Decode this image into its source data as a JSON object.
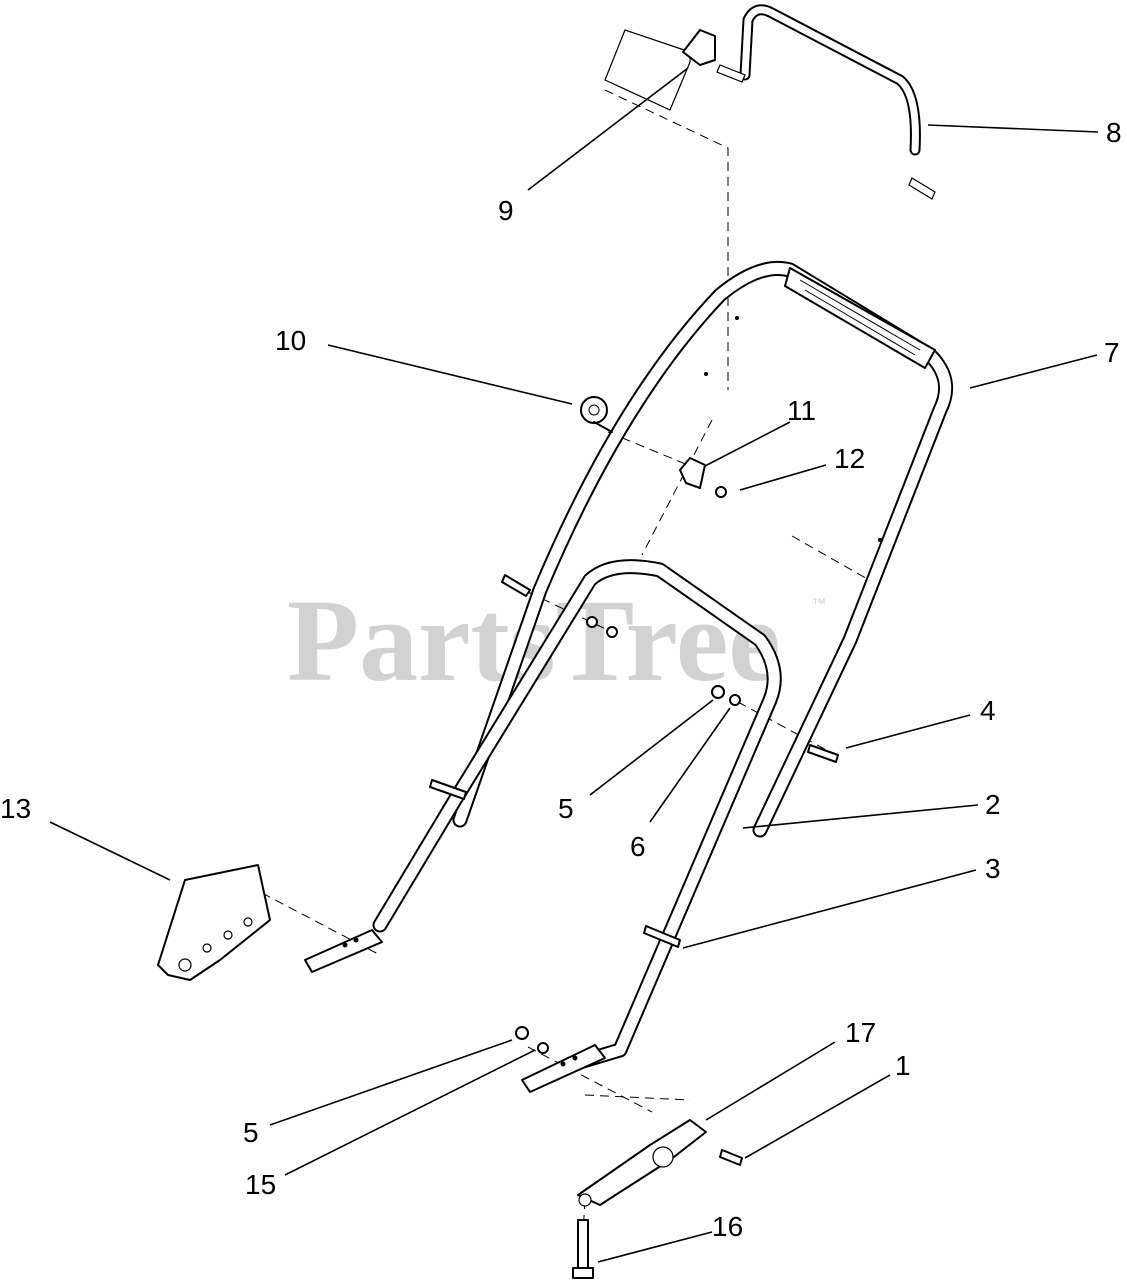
{
  "watermark": {
    "brand": "PartsTree",
    "trademark": "™"
  },
  "callouts": [
    {
      "id": "c8",
      "label": "8"
    },
    {
      "id": "c9",
      "label": "9"
    },
    {
      "id": "c10",
      "label": "10"
    },
    {
      "id": "c7",
      "label": "7"
    },
    {
      "id": "c11",
      "label": "11"
    },
    {
      "id": "c12",
      "label": "12"
    },
    {
      "id": "c4",
      "label": "4"
    },
    {
      "id": "c5a",
      "label": "5"
    },
    {
      "id": "c6",
      "label": "6"
    },
    {
      "id": "c2",
      "label": "2"
    },
    {
      "id": "c13",
      "label": "13"
    },
    {
      "id": "c3",
      "label": "3"
    },
    {
      "id": "c17",
      "label": "17"
    },
    {
      "id": "c1",
      "label": "1"
    },
    {
      "id": "c5b",
      "label": "5"
    },
    {
      "id": "c15",
      "label": "15"
    },
    {
      "id": "c16",
      "label": "16"
    }
  ]
}
